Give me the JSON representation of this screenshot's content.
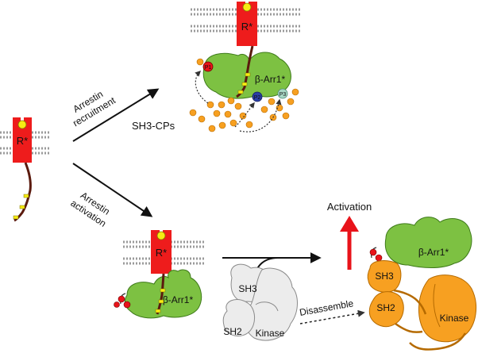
{
  "labels": {
    "receptor": "R*",
    "arrestin": "β-Arr1*",
    "p1": "P1",
    "p2": "P2",
    "p3": "P3",
    "sh3cps": "SH3-CPs",
    "recruitment_1": "Arrestin",
    "recruitment_2": "recruitment",
    "activation_1": "Arrestin",
    "activation_2": "activation",
    "sh3": "SH3",
    "sh2": "SH2",
    "kinase": "Kinase",
    "disassemble": "Disassemble",
    "activation_arrow": "Activation"
  },
  "colors": {
    "receptor": "#ee1c1c",
    "arrestin": "#7dc142",
    "arrestin_stroke": "#3e7a1a",
    "kinase_orange": "#f7a021",
    "kinase_stroke": "#b56a00",
    "ligand_yellow": "#f7ec13",
    "tail": "#5b1a0e",
    "membrane": "#9a9a9a",
    "grey_kinase": "#ececec",
    "activation_red": "#e8131a",
    "p2_blue": "#2b3fa6",
    "p3_green": "#a8d8c6"
  }
}
